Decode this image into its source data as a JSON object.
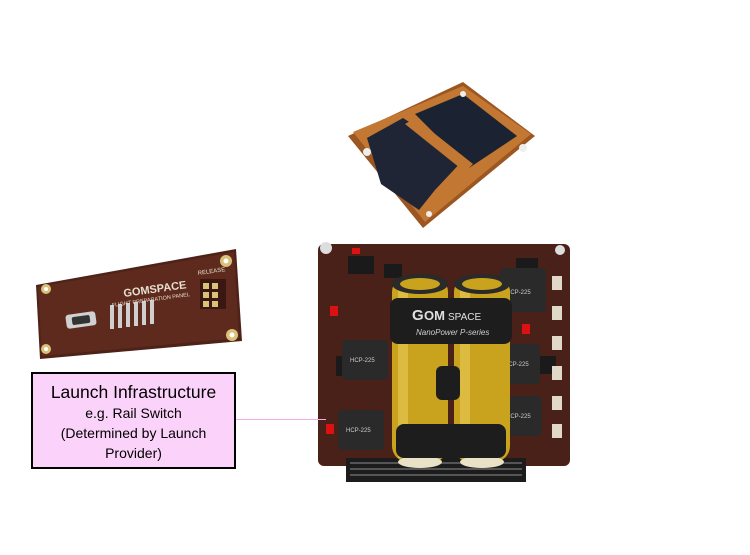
{
  "callout": {
    "title": "Launch Infrastructure",
    "line1": "e.g. Rail Switch",
    "line2": "(Determined by Launch",
    "line3": "Provider)"
  },
  "panel": {
    "brand": "GOMSPACE",
    "subtitle": "FLIGHT PREPARATION PANEL",
    "release": "RELEASE"
  },
  "power": {
    "brand_g": "G",
    "brand_om": "OM",
    "brand_space": "SPACE",
    "model": "NanoPower P-series",
    "chip_label": "HCP-225"
  },
  "colors": {
    "pcb": "#5a2a1e",
    "solar_frame": "#b86a2c",
    "solar_cell": "#1e2433",
    "battery": "#c9a21e",
    "callout_fill": "#fbd3fa"
  }
}
